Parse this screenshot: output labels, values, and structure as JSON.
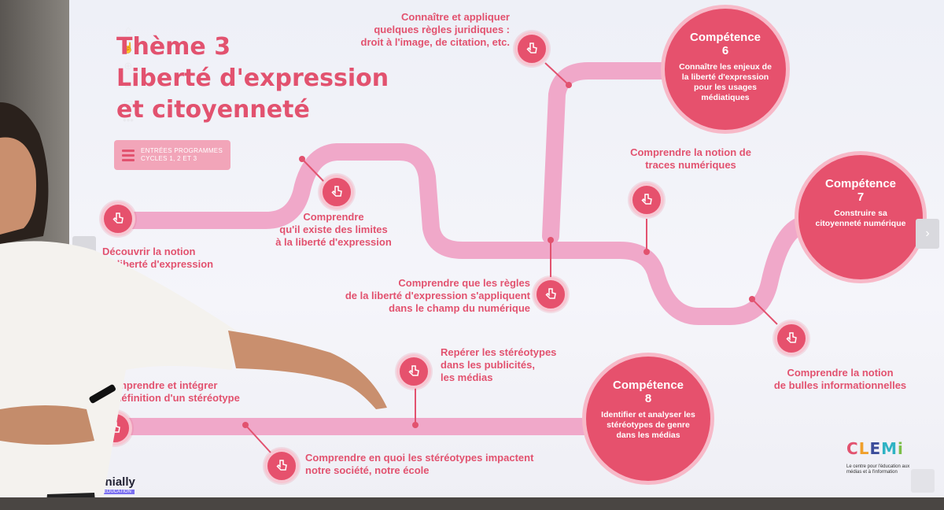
{
  "toolbar": {
    "icons": [
      "home-icon",
      "touch-icon",
      "zoom-icon",
      "camera-icon",
      "screen-icon",
      "more-icon"
    ],
    "more_glyph": "•••"
  },
  "title": {
    "line1": "Thème 3",
    "line2": "Liberté d'expression",
    "line3": "et citoyenneté"
  },
  "programmes": {
    "line1": "ENTRÉES PROGRAMMES",
    "line2": "CYCLES 1, 2 ET 3"
  },
  "steps": {
    "decouvrir": {
      "line1": "Découvrir la notion",
      "line2": "de liberté d'expression"
    },
    "limites": {
      "line1": "Comprendre",
      "line2": "qu'il existe des limites",
      "line3": "à la liberté d'expression"
    },
    "regles_numerique": {
      "line1": "Comprendre que les règles",
      "line2": "de la liberté d'expression s'appliquent",
      "line3": "dans le champ du numérique"
    },
    "juridique": {
      "line1": "Connaître et appliquer",
      "line2": "quelques règles juridiques :",
      "line3": "droit à l'image, de citation, etc."
    },
    "traces": {
      "line1": "Comprendre la notion de",
      "line2": "traces numériques"
    },
    "bulles": {
      "line1": "Comprendre la notion",
      "line2": "de bulles informationnelles"
    },
    "stereotype_def": {
      "line1": "Comprendre et intégrer",
      "line2": "la définition d'un stéréotype"
    },
    "stereotypes_pub": {
      "line1": "Repérer les stéréotypes",
      "line2": "dans les publicités,",
      "line3": "les médias"
    },
    "impact": {
      "line1": "Comprendre en quoi les stéréotypes impactent",
      "line2": "notre société, notre école"
    }
  },
  "competences": {
    "c6": {
      "title": "Compétence",
      "number": "6",
      "desc": "Connaître les enjeux de la liberté d'expression pour les usages médiatiques"
    },
    "c7": {
      "title": "Compétence",
      "number": "7",
      "desc": "Construire sa citoyenneté numérique"
    },
    "c8": {
      "title": "Compétence",
      "number": "8",
      "desc": "Identifier et analyser les stéréotypes de genre dans les médias"
    }
  },
  "nav": {
    "prev": "‹",
    "next": "›"
  },
  "brand": {
    "clemi_letters": [
      "C",
      "L",
      "E",
      "M",
      "i"
    ],
    "clemi_sub": "Le centre pour l'éducation aux médias et à l'information",
    "genially": "genially",
    "genially_sub": "EDUCATION"
  },
  "colors": {
    "accent": "#e2526f",
    "road": "#f2a5c8",
    "node": "#e6516d"
  }
}
